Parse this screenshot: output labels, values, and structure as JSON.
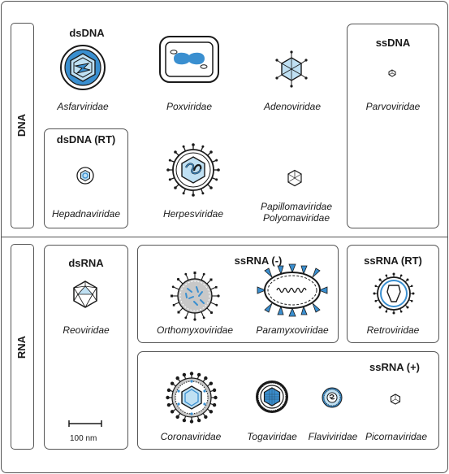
{
  "sections": {
    "dna_label": "DNA",
    "rna_label": "RNA"
  },
  "groups": {
    "dsdna": "dsDNA",
    "dsdna_rt": "dsDNA (RT)",
    "ssdna": "ssDNA",
    "dsrna": "dsRNA",
    "ssrna_neg": "ssRNA (-)",
    "ssrna_rt": "ssRNA (RT)",
    "ssrna_pos": "ssRNA (+)"
  },
  "families": {
    "asfarviridae": "Asfarviridae",
    "poxviridae": "Poxviridae",
    "adenoviridae": "Adenoviridae",
    "parvoviridae": "Parvoviridae",
    "hepadnaviridae": "Hepadnaviridae",
    "herpesviridae": "Herpesviridae",
    "papillomaviridae": "Papillomaviridae",
    "polyomaviridae": "Polyomaviridae",
    "reoviridae": "Reoviridae",
    "orthomyxoviridae": "Orthomyxoviridae",
    "paramyxoviridae": "Paramyxoviridae",
    "retroviridae": "Retroviridae",
    "coronaviridae": "Coronaviridae",
    "togaviridae": "Togaviridae",
    "flaviviridae": "Flaviviridae",
    "picornaviridae": "Picornaviridae"
  },
  "scale_bar": {
    "label": "100 nm"
  },
  "colors": {
    "accent_blue": "#3a8fd0",
    "light_blue": "#bfe0f3",
    "gray": "#c8c8c8",
    "outline": "#1a1a1a"
  }
}
